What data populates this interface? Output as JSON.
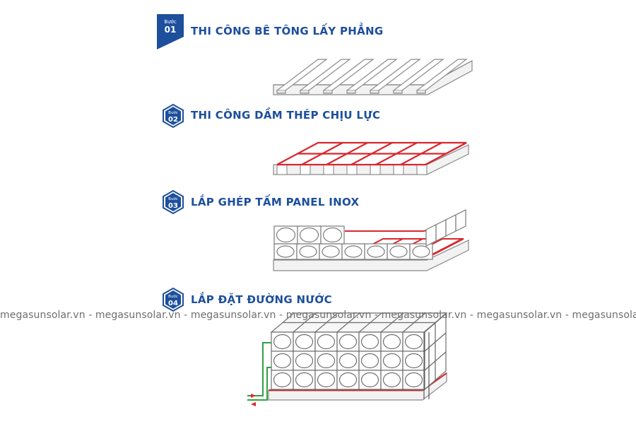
{
  "steps": [
    {
      "step_word": "Bước",
      "step_num": "01",
      "title": "THI CÔNG BÊ TÔNG LẤY PHẲNG"
    },
    {
      "step_word": "Bước",
      "step_num": "02",
      "title": "THI CÔNG DẦM THÉP CHỊU LỰC"
    },
    {
      "step_word": "Bước",
      "step_num": "03",
      "title": "LẮP GHÉP TẤM PANEL INOX"
    },
    {
      "step_word": "Bước",
      "step_num": "04",
      "title": "LẮP ĐẶT ĐƯỜNG NƯỚC"
    }
  ],
  "watermark": "megasunsolar.vn - megasunsolar.vn - megasunsolar.vn - megasunsolar.vn - megasunsolar.vn - megasunsolar.vn - megasunsolar.vn",
  "colors": {
    "brand_blue": "#1d4f9c",
    "steel_red": "#d8282f",
    "pipe_green": "#2ea043",
    "line_gray": "#8a8a8a"
  }
}
